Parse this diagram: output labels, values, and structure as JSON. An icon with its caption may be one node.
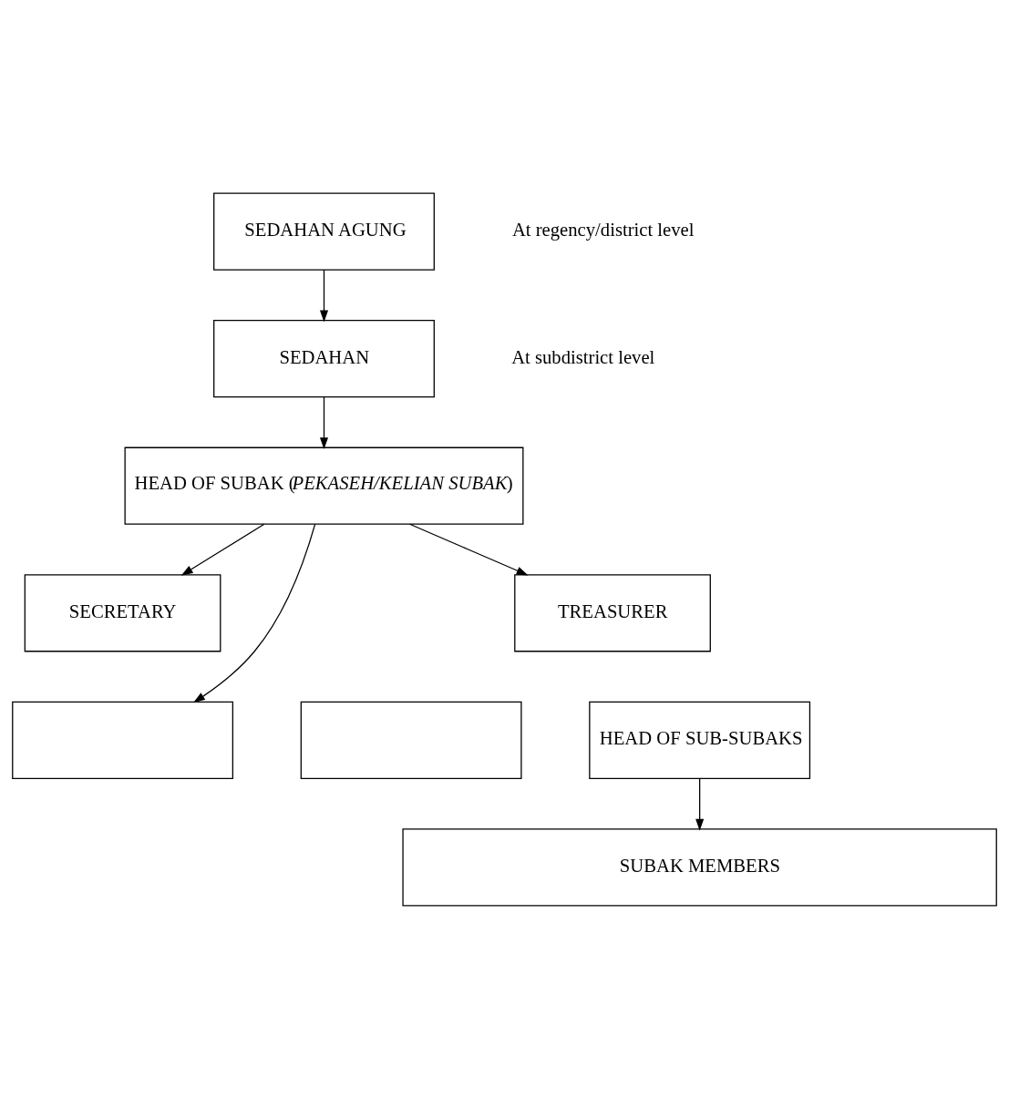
{
  "diagram": {
    "nodes": [
      {
        "text": [
          "SEDAHAN AGUNG"
        ]
      },
      {
        "text": [
          "SEDAHAN"
        ]
      },
      {
        "text": [
          "HEAD OF SUBAK (*PEKASEH/KELIAN SUBAK*)"
        ]
      },
      {
        "text": [
          "SECRETARY"
        ]
      },
      {
        "text": [
          "TREASURER"
        ]
      },
      {
        "text": [],
        "shape": "box"
      },
      {
        "text": [],
        "shape": "box"
      },
      {
        "text": [
          "HEAD OF SUB-SUBAKS"
        ]
      },
      {
        "text": [
          "SUBAK MEMBERS"
        ]
      }
    ],
    "edges": [
      {
        "from": 0,
        "to": 1,
        "arrow": "to"
      },
      {
        "from": 1,
        "to": 2,
        "arrow": "to"
      },
      {
        "from": 2,
        "to": 3,
        "arrow": "to"
      },
      {
        "from": 2,
        "to": 4,
        "arrow": "to"
      },
      {
        "from": 2,
        "to": 5,
        "arrow": "to"
      },
      {
        "from": 7,
        "to": 8,
        "arrow": "to"
      }
    ],
    "labels": [
      "At regency/district level",
      "At subdistrict level"
    ]
  }
}
